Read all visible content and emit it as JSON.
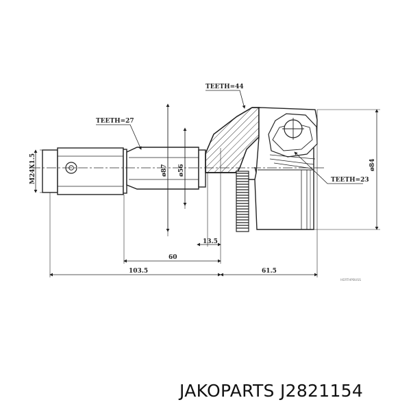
{
  "labels": {
    "teeth_outer": "TEETH=44",
    "teeth_shaft": "TEETH=27",
    "teeth_inner": "TEETH=23",
    "thread": "M24X1.5",
    "dia_87": "ø87",
    "dia_56": "ø56",
    "dia_84": "ø84",
    "dim_13_5": "13.5",
    "dim_60": "60",
    "dim_103_5": "103.5",
    "dim_61_5": "61.5",
    "watermark": "HERTHPBUSS"
  },
  "caption": "JAKOPARTS J2821154"
}
